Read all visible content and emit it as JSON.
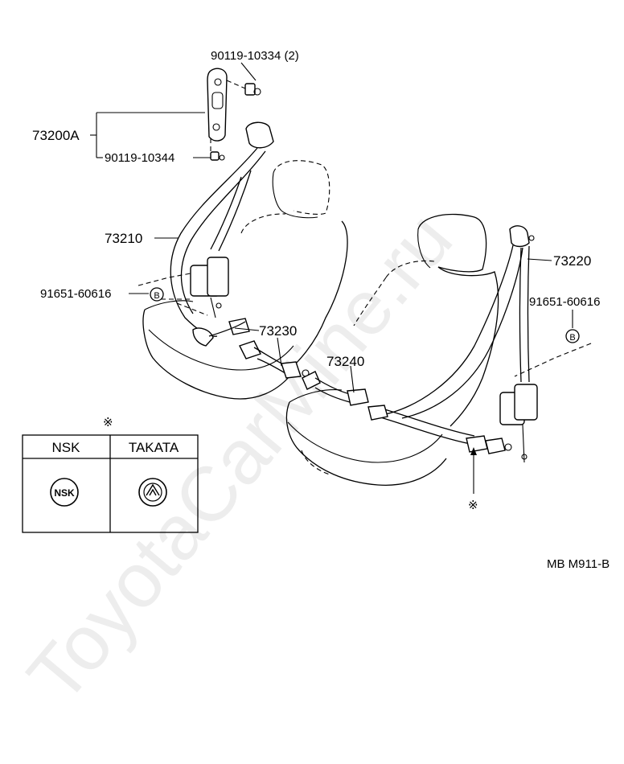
{
  "diagram": {
    "labels": {
      "p90119_10334": "90119-10334 (2)",
      "p73200A": "73200A",
      "p90119_10344": "90119-10344",
      "p73210": "73210",
      "p91651_60616_left": "91651-60616",
      "p73230": "73230",
      "p73240": "73240",
      "p73220": "73220",
      "p91651_60616_right": "91651-60616",
      "callout_b": "B",
      "note_mark": "※",
      "figure_code": "MB M911-B"
    },
    "legend": {
      "mark": "※",
      "columns": [
        "NSK",
        "TAKATA"
      ],
      "nsk_logo_text": "NSK"
    },
    "watermark": "ToyotaCarMine.ru"
  }
}
